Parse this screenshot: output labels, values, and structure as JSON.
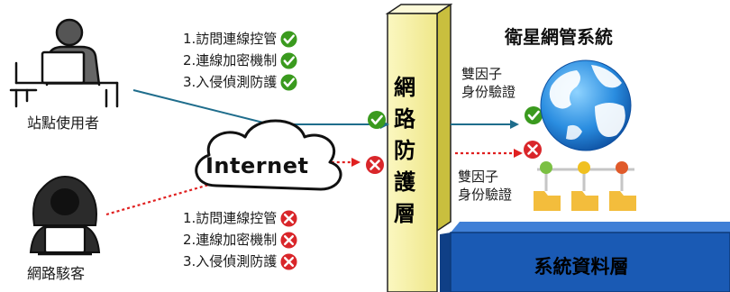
{
  "user_label": "站點使用者",
  "hacker_label": "網路駭客",
  "cloud_label": "Internet",
  "firewall_label": [
    "網",
    "路",
    "防",
    "護",
    "層"
  ],
  "satellite_title": "衛星網管系統",
  "database_label": "系統資料層",
  "mfa_label_top": [
    "雙因子",
    "身份驗證"
  ],
  "mfa_label_bottom": [
    "雙因子",
    "身份驗證"
  ],
  "protections_allowed": [
    "1.訪問連線控管",
    "2.連線加密機制",
    "3.入侵偵測防護"
  ],
  "protections_blocked": [
    "1.訪問連線控管",
    "2.連線加密機制",
    "3.入侵偵測防護"
  ],
  "colors": {
    "allowed": "#3a9a1e",
    "blocked": "#d9262a",
    "legit_arrow": "#1f6d8c",
    "attack_arrow": "#e02020",
    "firewall": "#f5f0a0",
    "database": "#1a5ab4",
    "folder": "#f3bd3c"
  },
  "icons": {
    "allowed": "check-circle-icon",
    "blocked": "x-circle-icon",
    "user": "user-at-laptop-icon",
    "hacker": "hooded-hacker-icon",
    "globe": "globe-icon",
    "data": "folder-tree-icon"
  }
}
